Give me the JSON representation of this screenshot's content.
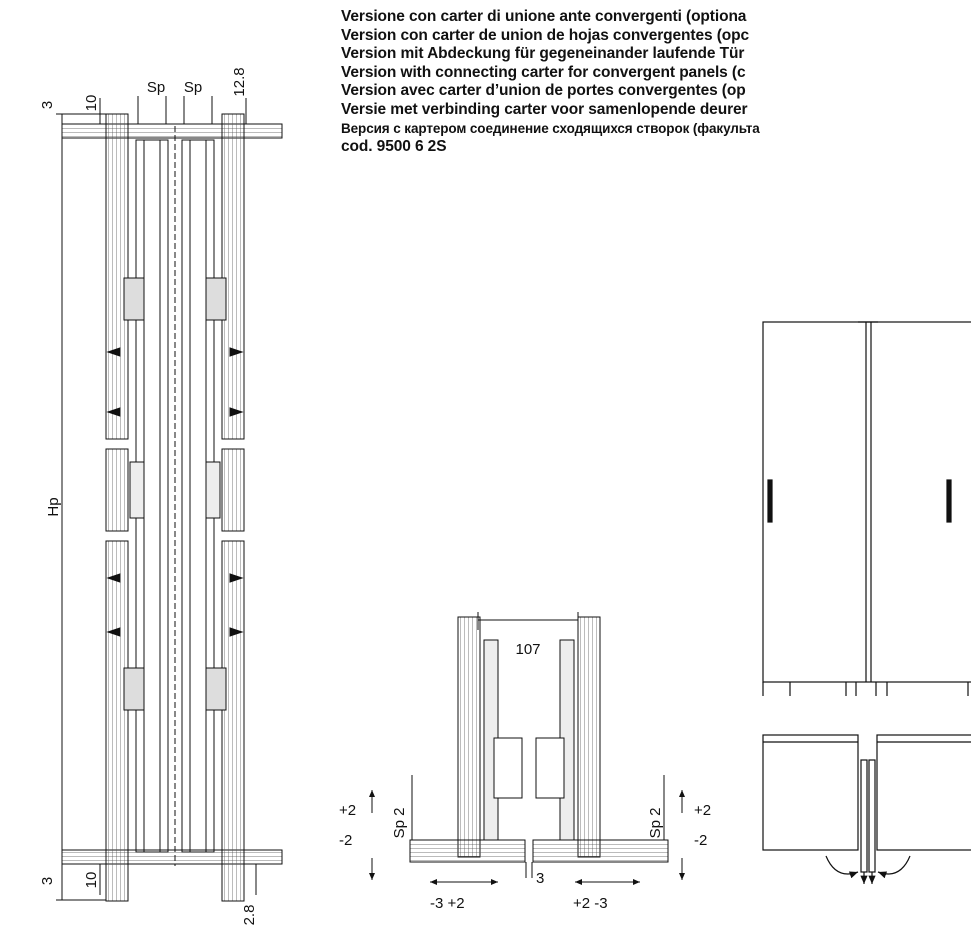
{
  "heading": {
    "lines": [
      "Versione con carter di unione ante convergenti (optiona",
      "Version con carter de union de hojas convergentes (opc",
      "Version mit Abdeckung für gegeneinander laufende Tür",
      "Version with connecting carter for convergent panels (c",
      "Version avec carter d’union de portes convergentes (op",
      "Versie met verbinding carter voor samenlopende deurer",
      "Версия с картером соединение сходящихся створок (факульта",
      "cod. 9500 6 2S"
    ]
  },
  "left_drawing": {
    "top_offset": "3",
    "top_gap": "10",
    "sp_left": "Sp",
    "sp_right": "Sp",
    "top_right_dim": "12.8",
    "height_label": "Hp",
    "bottom_offset": "3",
    "bottom_gap": "10",
    "bottom_right_dim": "2.8"
  },
  "section_drawing": {
    "width_dim": "107",
    "sp_left": "Sp 2",
    "sp_right": "Sp 2",
    "left_plus": "+2",
    "left_minus": "-2",
    "right_plus": "+2",
    "right_minus": "-2",
    "bottom_left": "-3  +2",
    "bottom_gap": "3",
    "bottom_right": "+2  -3"
  }
}
